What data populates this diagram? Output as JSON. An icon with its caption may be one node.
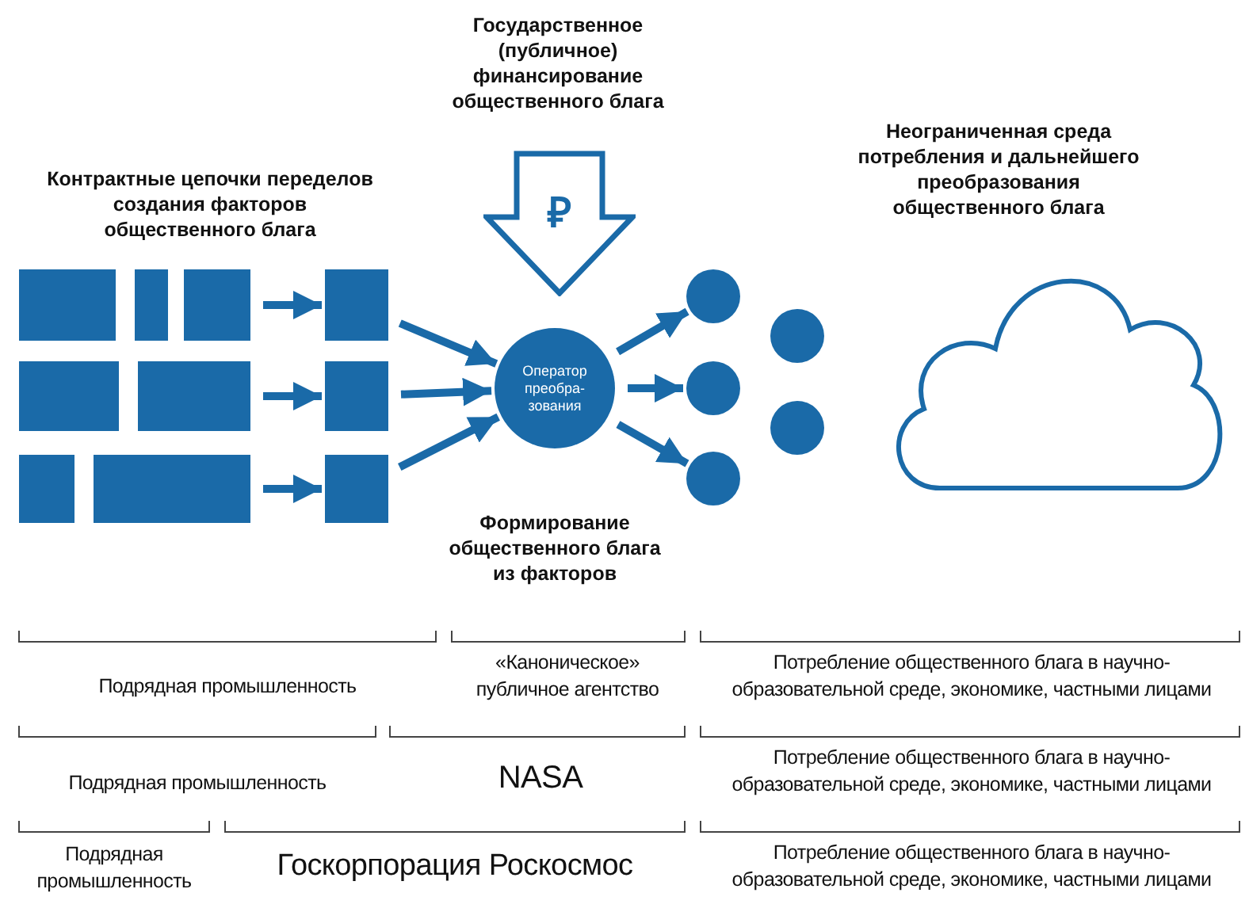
{
  "diagram": {
    "nodes": [
      {
        "text": [
          "₽"
        ]
      },
      {
        "text": [],
        "shape": "box"
      },
      {
        "text": [],
        "shape": "box"
      },
      {
        "text": [],
        "shape": "box"
      },
      {
        "text": [],
        "shape": "box"
      },
      {
        "text": [],
        "shape": "box"
      },
      {
        "text": [],
        "shape": "box"
      },
      {
        "text": [],
        "shape": "box"
      },
      {
        "text": [],
        "shape": "box"
      },
      {
        "text": [],
        "shape": "box"
      },
      {
        "text": [],
        "shape": "box"
      },
      {
        "text": [
          "Оператор преобра-зования"
        ]
      },
      {
        "text": [],
        "shape": "circle"
      },
      {
        "text": [],
        "shape": "circle"
      },
      {
        "text": [],
        "shape": "circle"
      },
      {
        "text": [],
        "shape": "circle"
      },
      {
        "text": [],
        "shape": "circle"
      },
      {
        "text": [],
        "shape": "cloud"
      }
    ],
    "edges": [
      {
        "from": 3,
        "to": 4,
        "arrow": "to"
      },
      {
        "from": 6,
        "to": 7,
        "arrow": "to"
      },
      {
        "from": 9,
        "to": 10,
        "arrow": "to"
      },
      {
        "from": 4,
        "to": 11,
        "arrow": "to"
      },
      {
        "from": 7,
        "to": 11,
        "arrow": "to"
      },
      {
        "from": 10,
        "to": 11,
        "arrow": "to"
      },
      {
        "from": 11,
        "to": 12,
        "arrow": "to"
      },
      {
        "from": 11,
        "to": 13,
        "arrow": "to"
      },
      {
        "from": 11,
        "to": 14,
        "arrow": "to"
      }
    ],
    "labels": [
      "Государственное (публичное) финансирование общественного блага",
      "Неограниченная среда потребления и дальнейшего преобразования общественного блага",
      "Контрактные цепочки переделов создания факторов общественного блага",
      "Формирование общественного блага из факторов",
      "Подрядная промышленность",
      "«Каноническое» публичное агентство",
      "Потребление общественного блага в научно-образовательной среде, экономике, частными лицами",
      "Подрядная промышленность",
      "NASA",
      "Потребление общественного блага в научно-образовательной среде, экономике, частными лицами",
      "Подрядная промышленность",
      "Госкорпорация Роскосмос",
      "Потребление общественного блага в научно-образовательной среде, экономике, частными лицами"
    ]
  }
}
